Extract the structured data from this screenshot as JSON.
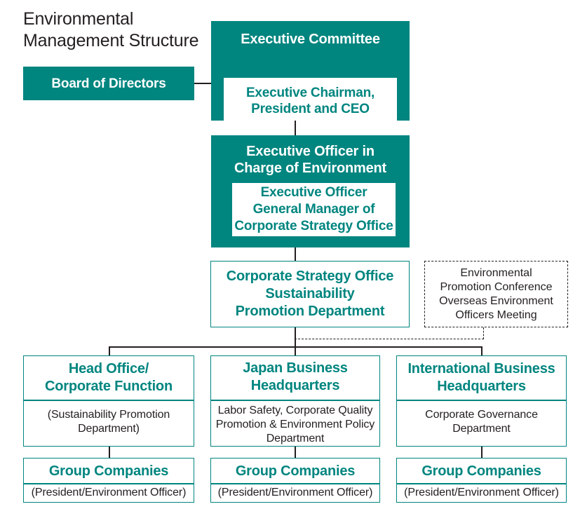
{
  "title": {
    "line1": "Environmental",
    "line2": "Management Structure"
  },
  "colors": {
    "teal": "#00857F",
    "text_dark": "#231F20",
    "white": "#FFFFFF"
  },
  "nodes": {
    "board_of_directors": {
      "label": "Board of Directors"
    },
    "executive_committee": {
      "header": "Executive Committee",
      "inner_line1": "Executive Chairman,",
      "inner_line2": "President and CEO"
    },
    "executive_officer_environment": {
      "header_line1": "Executive Officer in",
      "header_line2": "Charge of Environment",
      "inner_line1": "Executive Officer",
      "inner_line2": "General Manager of",
      "inner_line3": "Corporate Strategy Office"
    },
    "corporate_strategy_office": {
      "line1": "Corporate Strategy Office",
      "line2": "Sustainability",
      "line3": "Promotion Department"
    },
    "environmental_promotion_conference": {
      "line1": "Environmental",
      "line2": "Promotion Conference",
      "line3": "Overseas Environment",
      "line4": "Officers Meeting"
    }
  },
  "columns": [
    {
      "key": "head-office",
      "header_line1": "Head Office/",
      "header_line2": "Corporate Function",
      "detail": "(Sustainability Promotion Department)",
      "group": {
        "header": "Group Companies",
        "detail": "(President/Environment Officer)"
      }
    },
    {
      "key": "japan-business",
      "header_line1": "Japan Business",
      "header_line2": "Headquarters",
      "detail": "Labor Safety, Corporate Quality Promotion & Environment Policy Department",
      "group": {
        "header": "Group Companies",
        "detail": "(President/Environment Officer)"
      }
    },
    {
      "key": "international-business",
      "header_line1": "International Business",
      "header_line2": "Headquarters",
      "detail": "Corporate Governance Department",
      "group": {
        "header": "Group Companies",
        "detail": "(President/Environment Officer)"
      }
    }
  ]
}
